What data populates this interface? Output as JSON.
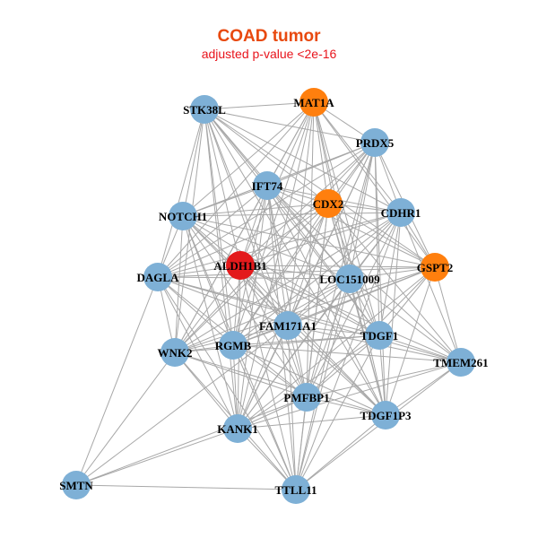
{
  "title": "COAD tumor",
  "subtitle": "adjusted p-value <2e-16",
  "colors": {
    "title": "#e8490f",
    "subtitle": "#e8141c",
    "edge": "#a8a8a8",
    "node_default": "#7eb0d6",
    "node_orange": "#ff7f0e",
    "node_red": "#e31a1c"
  },
  "nodes": [
    {
      "id": "STK38L",
      "label": "STK38L",
      "color": "node_default"
    },
    {
      "id": "MAT1A",
      "label": "MAT1A",
      "color": "node_orange"
    },
    {
      "id": "PRDX5",
      "label": "PRDX5",
      "color": "node_default"
    },
    {
      "id": "IFT74",
      "label": "IFT74",
      "color": "node_default"
    },
    {
      "id": "CDX2",
      "label": "CDX2",
      "color": "node_orange"
    },
    {
      "id": "CDHR1",
      "label": "CDHR1",
      "color": "node_default"
    },
    {
      "id": "NOTCH1",
      "label": "NOTCH1",
      "color": "node_default"
    },
    {
      "id": "ALDH1B1",
      "label": "ALDH1B1",
      "color": "node_red"
    },
    {
      "id": "GSPT2",
      "label": "GSPT2",
      "color": "node_orange"
    },
    {
      "id": "DAGLA",
      "label": "DAGLA",
      "color": "node_default"
    },
    {
      "id": "LOC151009",
      "label": "LOC151009",
      "color": "node_default"
    },
    {
      "id": "FAM171A1",
      "label": "FAM171A1",
      "color": "node_default"
    },
    {
      "id": "RGMB",
      "label": "RGMB",
      "color": "node_default"
    },
    {
      "id": "TDGF1",
      "label": "TDGF1",
      "color": "node_default"
    },
    {
      "id": "WNK2",
      "label": "WNK2",
      "color": "node_default"
    },
    {
      "id": "TMEM261",
      "label": "TMEM261",
      "color": "node_default"
    },
    {
      "id": "PMFBP1",
      "label": "PMFBP1",
      "color": "node_default"
    },
    {
      "id": "TDGF1P3",
      "label": "TDGF1P3",
      "color": "node_default"
    },
    {
      "id": "KANK1",
      "label": "KANK1",
      "color": "node_default"
    },
    {
      "id": "SMTN",
      "label": "SMTN",
      "color": "node_default"
    },
    {
      "id": "TTLL11",
      "label": "TTLL11",
      "color": "node_default"
    }
  ],
  "edges": [
    [
      "STK38L",
      "MAT1A"
    ],
    [
      "STK38L",
      "IFT74"
    ],
    [
      "STK38L",
      "CDX2"
    ],
    [
      "STK38L",
      "NOTCH1"
    ],
    [
      "STK38L",
      "ALDH1B1"
    ],
    [
      "STK38L",
      "DAGLA"
    ],
    [
      "STK38L",
      "LOC151009"
    ],
    [
      "STK38L",
      "FAM171A1"
    ],
    [
      "STK38L",
      "RGMB"
    ],
    [
      "STK38L",
      "TDGF1"
    ],
    [
      "STK38L",
      "WNK2"
    ],
    [
      "STK38L",
      "PMFBP1"
    ],
    [
      "STK38L",
      "KANK1"
    ],
    [
      "STK38L",
      "CDHR1"
    ],
    [
      "STK38L",
      "GSPT2"
    ],
    [
      "STK38L",
      "PRDX5"
    ],
    [
      "STK38L",
      "TDGF1P3"
    ],
    [
      "MAT1A",
      "PRDX5"
    ],
    [
      "MAT1A",
      "IFT74"
    ],
    [
      "MAT1A",
      "CDX2"
    ],
    [
      "MAT1A",
      "CDHR1"
    ],
    [
      "MAT1A",
      "NOTCH1"
    ],
    [
      "MAT1A",
      "ALDH1B1"
    ],
    [
      "MAT1A",
      "GSPT2"
    ],
    [
      "MAT1A",
      "DAGLA"
    ],
    [
      "MAT1A",
      "LOC151009"
    ],
    [
      "MAT1A",
      "FAM171A1"
    ],
    [
      "MAT1A",
      "RGMB"
    ],
    [
      "MAT1A",
      "TDGF1"
    ],
    [
      "MAT1A",
      "WNK2"
    ],
    [
      "MAT1A",
      "PMFBP1"
    ],
    [
      "MAT1A",
      "TDGF1P3"
    ],
    [
      "MAT1A",
      "KANK1"
    ],
    [
      "PRDX5",
      "IFT74"
    ],
    [
      "PRDX5",
      "CDX2"
    ],
    [
      "PRDX5",
      "CDHR1"
    ],
    [
      "PRDX5",
      "NOTCH1"
    ],
    [
      "PRDX5",
      "ALDH1B1"
    ],
    [
      "PRDX5",
      "GSPT2"
    ],
    [
      "PRDX5",
      "DAGLA"
    ],
    [
      "PRDX5",
      "LOC151009"
    ],
    [
      "PRDX5",
      "FAM171A1"
    ],
    [
      "PRDX5",
      "RGMB"
    ],
    [
      "PRDX5",
      "TDGF1"
    ],
    [
      "PRDX5",
      "WNK2"
    ],
    [
      "PRDX5",
      "PMFBP1"
    ],
    [
      "PRDX5",
      "TDGF1P3"
    ],
    [
      "PRDX5",
      "KANK1"
    ],
    [
      "PRDX5",
      "TTLL11"
    ],
    [
      "IFT74",
      "CDX2"
    ],
    [
      "IFT74",
      "CDHR1"
    ],
    [
      "IFT74",
      "NOTCH1"
    ],
    [
      "IFT74",
      "ALDH1B1"
    ],
    [
      "IFT74",
      "GSPT2"
    ],
    [
      "IFT74",
      "DAGLA"
    ],
    [
      "IFT74",
      "LOC151009"
    ],
    [
      "IFT74",
      "FAM171A1"
    ],
    [
      "IFT74",
      "RGMB"
    ],
    [
      "IFT74",
      "TDGF1"
    ],
    [
      "IFT74",
      "WNK2"
    ],
    [
      "IFT74",
      "TMEM261"
    ],
    [
      "IFT74",
      "PMFBP1"
    ],
    [
      "IFT74",
      "TDGF1P3"
    ],
    [
      "IFT74",
      "KANK1"
    ],
    [
      "IFT74",
      "TTLL11"
    ],
    [
      "CDX2",
      "CDHR1"
    ],
    [
      "CDX2",
      "NOTCH1"
    ],
    [
      "CDX2",
      "ALDH1B1"
    ],
    [
      "CDX2",
      "GSPT2"
    ],
    [
      "CDX2",
      "DAGLA"
    ],
    [
      "CDX2",
      "LOC151009"
    ],
    [
      "CDX2",
      "FAM171A1"
    ],
    [
      "CDX2",
      "RGMB"
    ],
    [
      "CDX2",
      "TDGF1"
    ],
    [
      "CDX2",
      "WNK2"
    ],
    [
      "CDX2",
      "TMEM261"
    ],
    [
      "CDX2",
      "PMFBP1"
    ],
    [
      "CDX2",
      "TDGF1P3"
    ],
    [
      "CDX2",
      "KANK1"
    ],
    [
      "CDX2",
      "TTLL11"
    ],
    [
      "CDHR1",
      "NOTCH1"
    ],
    [
      "CDHR1",
      "ALDH1B1"
    ],
    [
      "CDHR1",
      "GSPT2"
    ],
    [
      "CDHR1",
      "DAGLA"
    ],
    [
      "CDHR1",
      "LOC151009"
    ],
    [
      "CDHR1",
      "FAM171A1"
    ],
    [
      "CDHR1",
      "RGMB"
    ],
    [
      "CDHR1",
      "TDGF1"
    ],
    [
      "CDHR1",
      "WNK2"
    ],
    [
      "CDHR1",
      "TMEM261"
    ],
    [
      "CDHR1",
      "PMFBP1"
    ],
    [
      "CDHR1",
      "TDGF1P3"
    ],
    [
      "CDHR1",
      "KANK1"
    ],
    [
      "CDHR1",
      "TTLL11"
    ],
    [
      "NOTCH1",
      "ALDH1B1"
    ],
    [
      "NOTCH1",
      "GSPT2"
    ],
    [
      "NOTCH1",
      "DAGLA"
    ],
    [
      "NOTCH1",
      "LOC151009"
    ],
    [
      "NOTCH1",
      "FAM171A1"
    ],
    [
      "NOTCH1",
      "RGMB"
    ],
    [
      "NOTCH1",
      "TDGF1"
    ],
    [
      "NOTCH1",
      "WNK2"
    ],
    [
      "NOTCH1",
      "PMFBP1"
    ],
    [
      "NOTCH1",
      "TDGF1P3"
    ],
    [
      "NOTCH1",
      "KANK1"
    ],
    [
      "NOTCH1",
      "TTLL11"
    ],
    [
      "ALDH1B1",
      "GSPT2"
    ],
    [
      "ALDH1B1",
      "DAGLA"
    ],
    [
      "ALDH1B1",
      "LOC151009"
    ],
    [
      "ALDH1B1",
      "FAM171A1"
    ],
    [
      "ALDH1B1",
      "RGMB"
    ],
    [
      "ALDH1B1",
      "TDGF1"
    ],
    [
      "ALDH1B1",
      "WNK2"
    ],
    [
      "ALDH1B1",
      "TMEM261"
    ],
    [
      "ALDH1B1",
      "PMFBP1"
    ],
    [
      "ALDH1B1",
      "TDGF1P3"
    ],
    [
      "ALDH1B1",
      "KANK1"
    ],
    [
      "ALDH1B1",
      "TTLL11"
    ],
    [
      "GSPT2",
      "DAGLA"
    ],
    [
      "GSPT2",
      "LOC151009"
    ],
    [
      "GSPT2",
      "FAM171A1"
    ],
    [
      "GSPT2",
      "RGMB"
    ],
    [
      "GSPT2",
      "TDGF1"
    ],
    [
      "GSPT2",
      "WNK2"
    ],
    [
      "GSPT2",
      "TMEM261"
    ],
    [
      "GSPT2",
      "PMFBP1"
    ],
    [
      "GSPT2",
      "TDGF1P3"
    ],
    [
      "GSPT2",
      "KANK1"
    ],
    [
      "DAGLA",
      "LOC151009"
    ],
    [
      "DAGLA",
      "FAM171A1"
    ],
    [
      "DAGLA",
      "RGMB"
    ],
    [
      "DAGLA",
      "TDGF1"
    ],
    [
      "DAGLA",
      "WNK2"
    ],
    [
      "DAGLA",
      "PMFBP1"
    ],
    [
      "DAGLA",
      "KANK1"
    ],
    [
      "DAGLA",
      "SMTN"
    ],
    [
      "DAGLA",
      "TTLL11"
    ],
    [
      "DAGLA",
      "TMEM261"
    ],
    [
      "LOC151009",
      "FAM171A1"
    ],
    [
      "LOC151009",
      "RGMB"
    ],
    [
      "LOC151009",
      "TDGF1"
    ],
    [
      "LOC151009",
      "WNK2"
    ],
    [
      "LOC151009",
      "TMEM261"
    ],
    [
      "LOC151009",
      "PMFBP1"
    ],
    [
      "LOC151009",
      "TDGF1P3"
    ],
    [
      "LOC151009",
      "KANK1"
    ],
    [
      "LOC151009",
      "TTLL11"
    ],
    [
      "FAM171A1",
      "RGMB"
    ],
    [
      "FAM171A1",
      "TDGF1"
    ],
    [
      "FAM171A1",
      "WNK2"
    ],
    [
      "FAM171A1",
      "TMEM261"
    ],
    [
      "FAM171A1",
      "PMFBP1"
    ],
    [
      "FAM171A1",
      "TDGF1P3"
    ],
    [
      "FAM171A1",
      "KANK1"
    ],
    [
      "FAM171A1",
      "TTLL11"
    ],
    [
      "FAM171A1",
      "SMTN"
    ],
    [
      "RGMB",
      "TDGF1"
    ],
    [
      "RGMB",
      "WNK2"
    ],
    [
      "RGMB",
      "TMEM261"
    ],
    [
      "RGMB",
      "PMFBP1"
    ],
    [
      "RGMB",
      "TDGF1P3"
    ],
    [
      "RGMB",
      "KANK1"
    ],
    [
      "RGMB",
      "TTLL11"
    ],
    [
      "TDGF1",
      "WNK2"
    ],
    [
      "TDGF1",
      "TMEM261"
    ],
    [
      "TDGF1",
      "PMFBP1"
    ],
    [
      "TDGF1",
      "TDGF1P3"
    ],
    [
      "TDGF1",
      "KANK1"
    ],
    [
      "TDGF1",
      "TTLL11"
    ],
    [
      "WNK2",
      "PMFBP1"
    ],
    [
      "WNK2",
      "KANK1"
    ],
    [
      "WNK2",
      "SMTN"
    ],
    [
      "WNK2",
      "TTLL11"
    ],
    [
      "WNK2",
      "TDGF1P3"
    ],
    [
      "TMEM261",
      "PMFBP1"
    ],
    [
      "TMEM261",
      "TDGF1P3"
    ],
    [
      "TMEM261",
      "KANK1"
    ],
    [
      "TMEM261",
      "TTLL11"
    ],
    [
      "PMFBP1",
      "TDGF1P3"
    ],
    [
      "PMFBP1",
      "KANK1"
    ],
    [
      "PMFBP1",
      "TTLL11"
    ],
    [
      "PMFBP1",
      "SMTN"
    ],
    [
      "TDGF1P3",
      "KANK1"
    ],
    [
      "TDGF1P3",
      "TTLL11"
    ],
    [
      "KANK1",
      "SMTN"
    ],
    [
      "KANK1",
      "TTLL11"
    ],
    [
      "SMTN",
      "TTLL11"
    ]
  ]
}
